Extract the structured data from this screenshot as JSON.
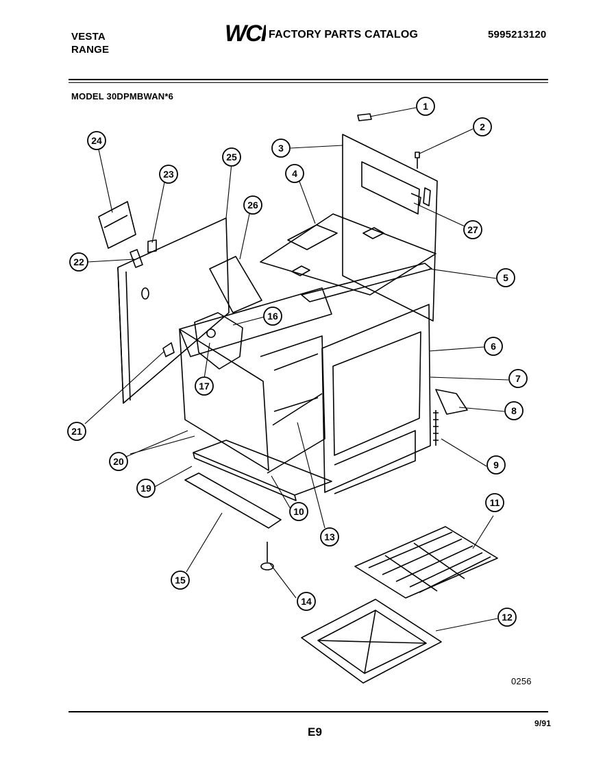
{
  "header": {
    "brand_line1": "VESTA",
    "brand_line2": "RANGE",
    "logo_text": "WCI",
    "catalog_title": "FACTORY PARTS CATALOG",
    "catalog_number": "5995213120",
    "model": "MODEL 30DPMBWAN*6"
  },
  "footer": {
    "diagram_code": "0256",
    "page_code": "E9",
    "date_code": "9/91"
  },
  "callouts": [
    "1",
    "2",
    "3",
    "4",
    "5",
    "6",
    "7",
    "8",
    "9",
    "10",
    "11",
    "12",
    "13",
    "14",
    "15",
    "16",
    "17",
    "19",
    "20",
    "21",
    "22",
    "23",
    "24",
    "25",
    "26",
    "27"
  ]
}
